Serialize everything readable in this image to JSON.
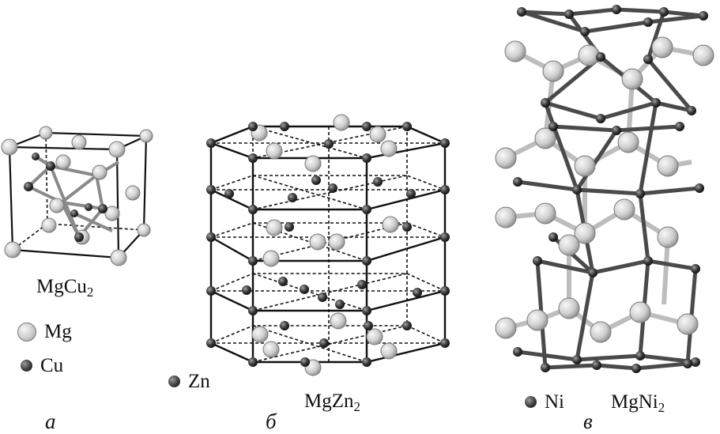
{
  "panels": {
    "a": {
      "letter": "а",
      "compound": {
        "base": "MgCu",
        "sub": "2"
      }
    },
    "b": {
      "letter": "б",
      "compound": {
        "base": "MgZn",
        "sub": "2"
      }
    },
    "c": {
      "letter": "в",
      "compound": {
        "base": "MgNi",
        "sub": "2"
      }
    }
  },
  "legend": {
    "mg": "Mg",
    "cu": "Cu",
    "zn": "Zn",
    "ni": "Ni"
  },
  "colors": {
    "light_atom": "#d0d0d0",
    "dark_atom": "#2e2e2e",
    "bond_dark": "#4a4a4a",
    "bond_light": "#bdbdbd"
  }
}
